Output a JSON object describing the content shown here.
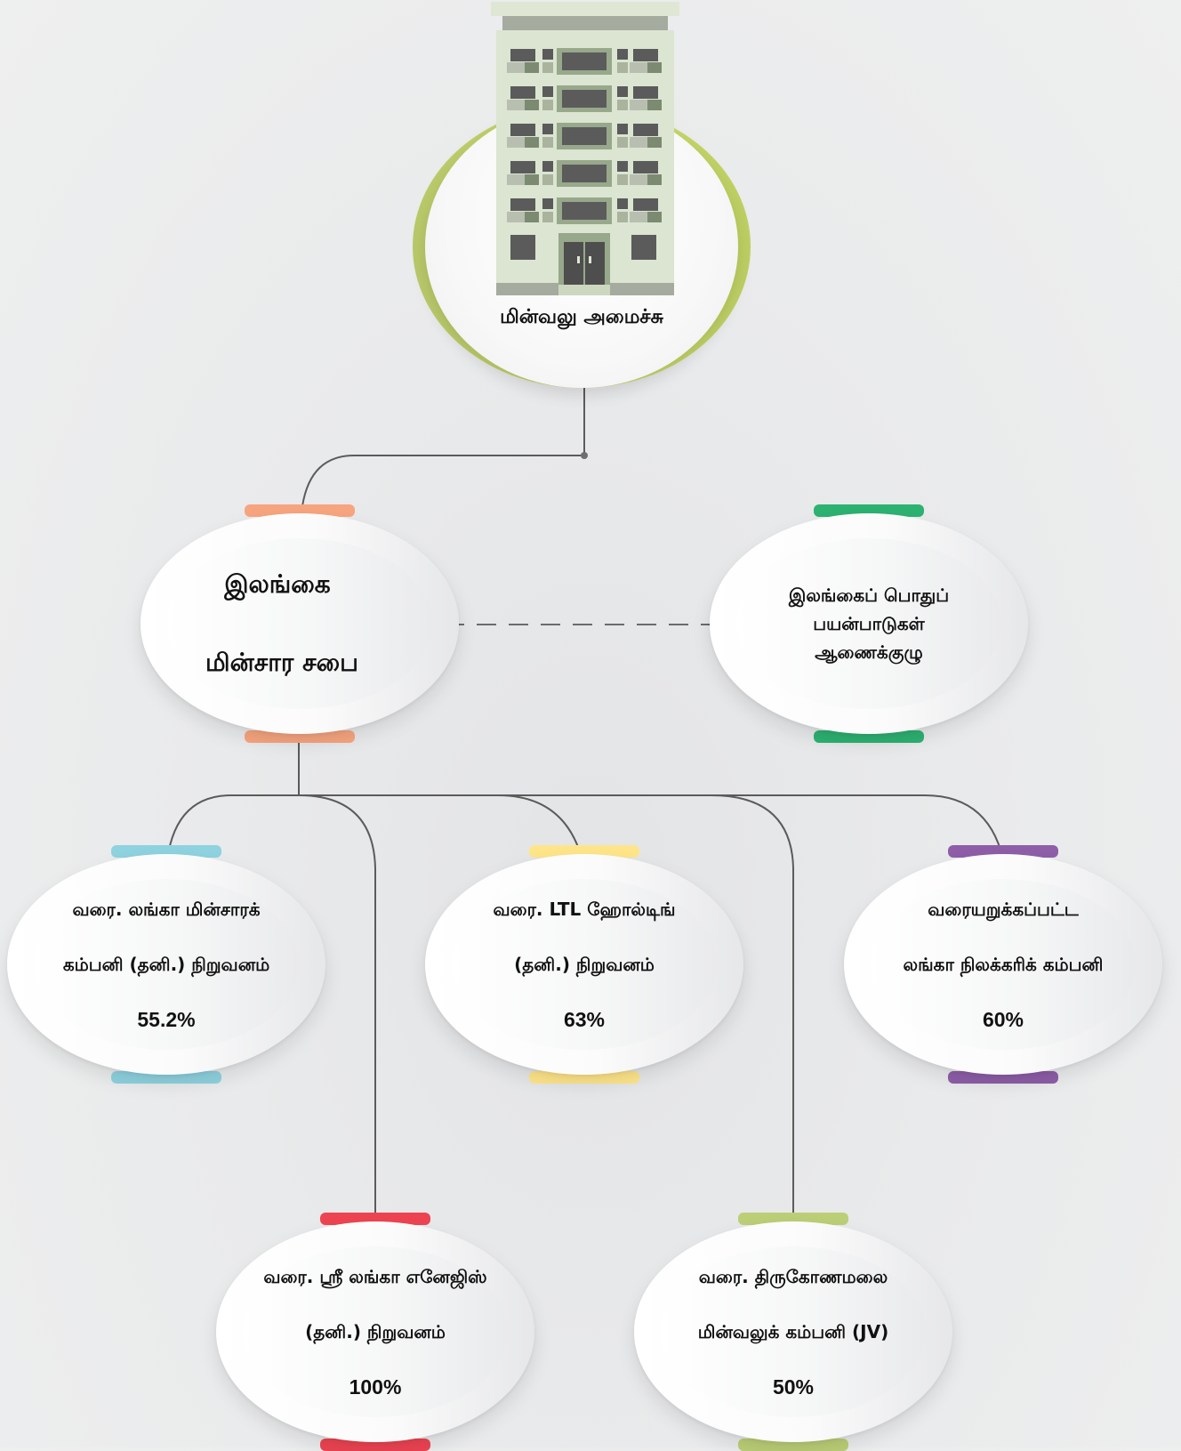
{
  "ministry": {
    "label": "மின்வலு  அமைச்சு",
    "icon": "building-icon"
  },
  "ceb": {
    "line1": "இலங்கை",
    "line2": "மின்சார  சபை",
    "accent": "#f7a57f"
  },
  "pucsl": {
    "text": "இலங்கைப்  பொதுப்\nபயன்பாடுகள்\nஆணைக்குழு",
    "accent": "#2db272"
  },
  "subsidiaries": [
    {
      "line1": "வரை.  லங்கா  மின்சாரக்",
      "line2": "கம்பனி  (தனி.)  நிறுவனம்",
      "share": "55.2%",
      "accent": "#8fd2e0"
    },
    {
      "line1": "வரை.   LTL ஹோல்டிங்",
      "line2": "(தனி.)  நிறுவனம்",
      "share": "63%",
      "accent": "#ffe58a"
    },
    {
      "line1": "வரையறுக்கப்பட்ட",
      "line2": "லங்கா  நிலக்கரிக்  கம்பனி",
      "share": "60%",
      "accent": "#8e5ea8"
    },
    {
      "line1": "வரை.  ஸ்ரீ  லங்கா  எனேஜிஸ்",
      "line2": "(தனி.)  நிறுவனம்",
      "share": "100%",
      "accent": "#ee4452"
    },
    {
      "line1": "வரை.  திருகோணமலை",
      "line2": "மின்வலுக்  கம்பனி (JV)",
      "share": "50%",
      "accent": "#bccf77"
    }
  ]
}
